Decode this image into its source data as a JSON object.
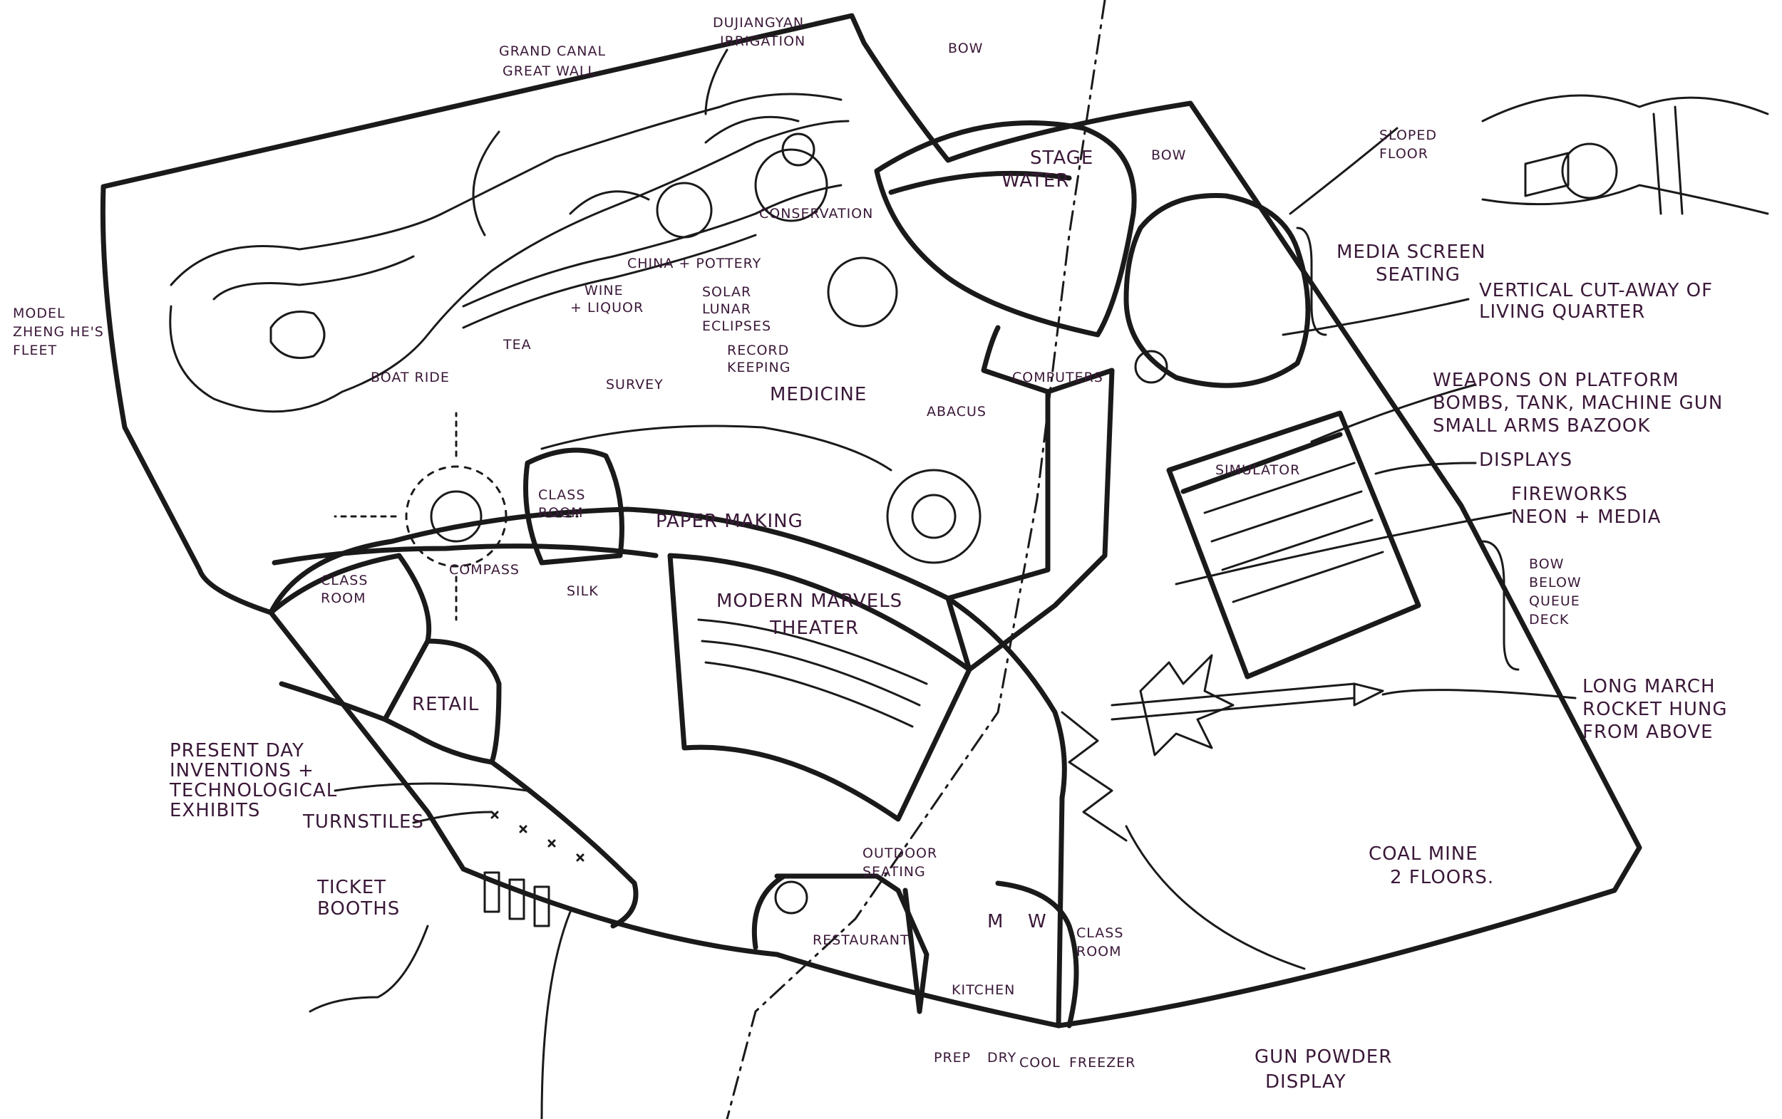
{
  "labels": {
    "grand_canal": "GRAND CANAL",
    "great_wall": "GREAT WALL",
    "dujiangyan": "DUJIANGYAN",
    "irrigation": "IRRIGATION",
    "bow_top": "BOW",
    "bow_right": "BOW",
    "model_1": "MODEL",
    "model_2": "ZHENG HE'S",
    "model_3": "FLEET",
    "stage": "STAGE",
    "water": "WATER",
    "conservation": "CONSERVATION",
    "china_pottery": "CHINA + POTTERY",
    "wine_liquor_1": "WINE",
    "wine_liquor_2": "+ LIQUOR",
    "tea": "TEA",
    "boat_ride": "BOAT RIDE",
    "solar_1": "SOLAR",
    "solar_2": "LUNAR",
    "solar_3": "ECLIPSES",
    "record_1": "RECORD",
    "record_2": "KEEPING",
    "survey": "SURVEY",
    "medicine": "MEDICINE",
    "abacus": "ABACUS",
    "computers": "COMPUTERS",
    "class_room_a1": "CLASS",
    "class_room_a2": "ROOM",
    "paper_making": "PAPER MAKING",
    "compass": "COMPASS",
    "silk": "SILK",
    "class_room_b1": "CLASS",
    "class_room_b2": "ROOM",
    "retail": "RETAIL",
    "modern_marvels_1": "MODERN MARVELS",
    "modern_marvels_2": "THEATER",
    "simulator": "SIMULATOR",
    "sloped_floor_1": "SLOPED",
    "sloped_floor_2": "FLOOR",
    "media_screen": "MEDIA SCREEN",
    "seating": "SEATING",
    "vertical_1": "VERTICAL CUT-AWAY OF",
    "vertical_2": "LIVING QUARTER",
    "weapons_1": "WEAPONS ON PLATFORM",
    "weapons_2": "BOMBS, TANK, MACHINE GUN",
    "weapons_3": "SMALL ARMS BAZOOK",
    "displays": "DISPLAYS",
    "fireworks_1": "FIREWORKS",
    "fireworks_2": "NEON + MEDIA",
    "bow_below_1": "BOW",
    "bow_below_2": "BELOW",
    "bow_below_3": "QUEUE",
    "bow_below_4": "DECK",
    "long_march_1": "LONG MARCH",
    "long_march_2": "ROCKET HUNG",
    "long_march_3": "FROM ABOVE",
    "present_1": "PRESENT DAY",
    "present_2": "INVENTIONS +",
    "present_3": "TECHNOLOGICAL",
    "present_4": "EXHIBITS",
    "turnstiles": "TURNSTILES",
    "ticket_1": "TICKET",
    "ticket_2": "BOOTHS",
    "outdoor_1": "OUTDOOR",
    "outdoor_2": "SEATING",
    "restaurant": "RESTAURANT",
    "men": "M",
    "women": "W",
    "class_room_c1": "CLASS",
    "class_room_c2": "ROOM",
    "kitchen": "KITCHEN",
    "prep": "PREP",
    "dry": "DRY",
    "cool": "COOL",
    "freezer": "FREEZER",
    "coal_1": "COAL MINE",
    "coal_2": "2 FLOORS.",
    "gun_1": "GUN POWDER",
    "gun_2": "DISPLAY"
  },
  "colors": {
    "ink": "#1a1a1a",
    "label_ink": "#3a1838",
    "paper": "#ffffff"
  }
}
